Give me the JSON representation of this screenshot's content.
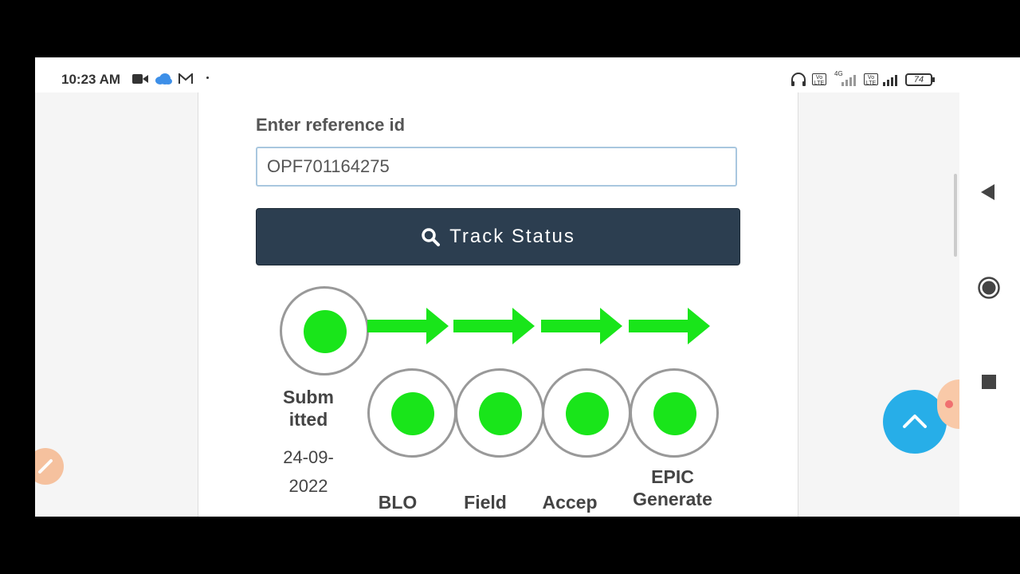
{
  "status_bar": {
    "time": "10:23 AM",
    "battery": "74",
    "network_label": "4G",
    "volte_label": "Vo LTE"
  },
  "form": {
    "label": "Enter reference id",
    "reference_value": "OPF701164275",
    "track_button_label": "Track Status"
  },
  "tracker": {
    "steps": [
      {
        "label_line1": "Subm",
        "label_line2": "itted",
        "date_line1": "24-09-",
        "date_line2": "2022"
      },
      {
        "label_line1": "BLO"
      },
      {
        "label_line1": "Field"
      },
      {
        "label_line1": "Accep"
      },
      {
        "label_line1": "EPIC",
        "label_line2": "Generate"
      }
    ]
  },
  "colors": {
    "accent_green": "#19e51a",
    "button_dark": "#2c3e50",
    "fab_blue": "#27aee8"
  },
  "icons": [
    "search-icon",
    "back-icon",
    "home-icon",
    "recents-icon",
    "chevron-up-icon",
    "brush-icon",
    "video-icon",
    "cloud-icon",
    "gmail-icon",
    "headset-icon",
    "signal-icon",
    "battery-icon"
  ]
}
